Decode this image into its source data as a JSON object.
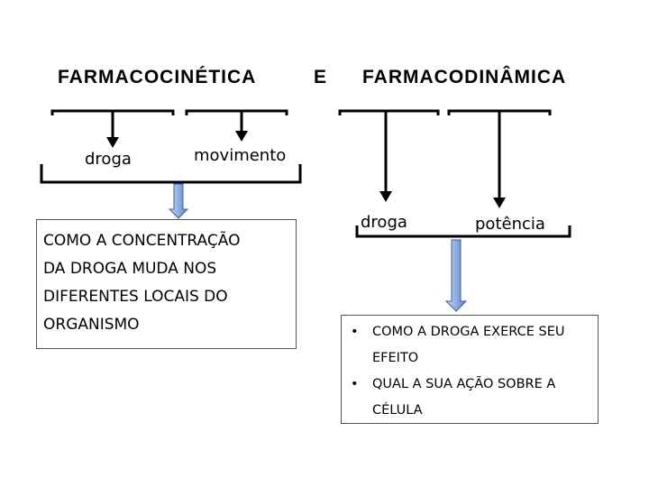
{
  "titles": {
    "left": "FARMACOCINÉTICA",
    "connector": "E",
    "right": "FARMACODINÂMICA"
  },
  "left_branch": {
    "labels": [
      "droga",
      "movimento"
    ],
    "result_lines": [
      "COMO A CONCENTRAÇÃO",
      "DA DROGA MUDA NOS",
      "DIFERENTES LOCAIS DO",
      "ORGANISMO"
    ]
  },
  "right_branch": {
    "labels": [
      "droga",
      "potência"
    ],
    "bullet_symbol": "•",
    "result_items": [
      {
        "line1": "COMO A DROGA EXERCE SEU",
        "line2": "EFEITO"
      },
      {
        "line1": "QUAL A SUA AÇÃO SOBRE A",
        "line2": "CÉLULA"
      }
    ]
  },
  "colors": {
    "line": "#000000",
    "arrow_fill_light": "#c9d9f2",
    "arrow_fill_dark": "#5f86c6",
    "arrow_border": "#3d5f98",
    "box_border": "#555555"
  }
}
